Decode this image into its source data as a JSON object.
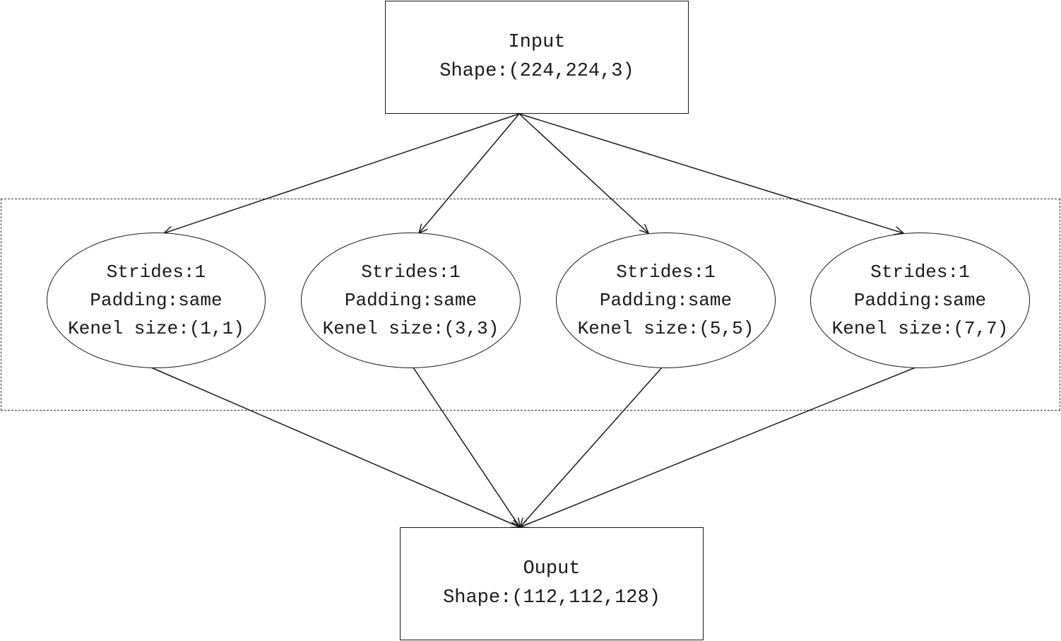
{
  "input": {
    "title": "Input",
    "shape": "Shape:(224,224,3)"
  },
  "branches": [
    {
      "strides": "Strides:1",
      "padding": "Padding:same",
      "kernel": "Kenel size:(1,1)"
    },
    {
      "strides": "Strides:1",
      "padding": "Padding:same",
      "kernel": "Kenel size:(3,3)"
    },
    {
      "strides": "Strides:1",
      "padding": "Padding:same",
      "kernel": "Kenel size:(5,5)"
    },
    {
      "strides": "Strides:1",
      "padding": "Padding:same",
      "kernel": "Kenel size:(7,7)"
    }
  ],
  "output": {
    "title": "Ouput",
    "shape": "Shape:(112,112,128)"
  },
  "colors": {
    "stroke": "#1a1a1a",
    "background": "#ffffff"
  }
}
